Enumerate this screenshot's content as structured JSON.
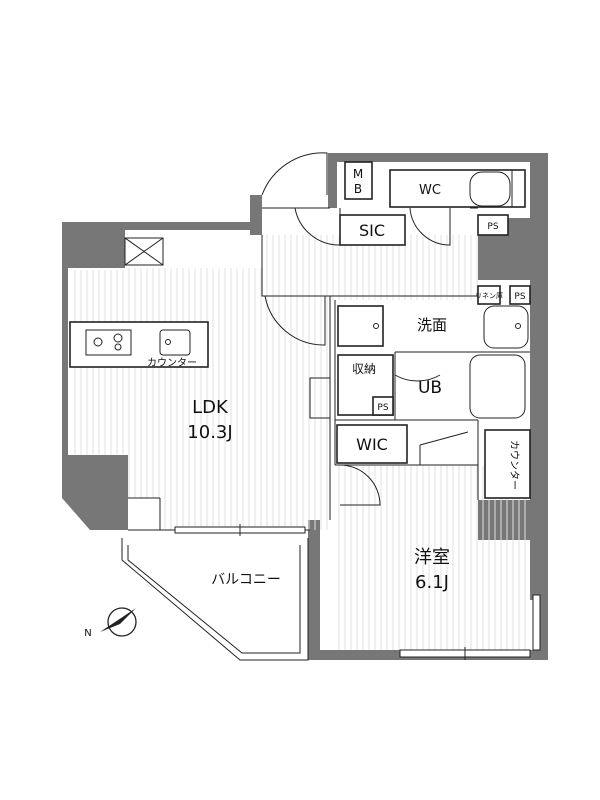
{
  "rooms": {
    "ldk_name": "LDK",
    "ldk_size": "10.3J",
    "bedroom_name": "洋室",
    "bedroom_size": "6.1J",
    "balcony": "バルコニー",
    "wc": "WC",
    "sic": "SIC",
    "wic": "WIC",
    "washroom": "洗面",
    "bath": "UB",
    "storage": "収納",
    "mb_top": "M",
    "mb_bottom": "B",
    "ps_wc": "PS",
    "ps_linen": "PS",
    "ps_storage": "PS",
    "linen": "リネン庫",
    "kitchen_counter": "カウンター",
    "bedroom_counter": "カウンター"
  },
  "compass": {
    "label": "N"
  },
  "colors": {
    "wall": "#777777",
    "line": "#222222",
    "floor_hatch": "#e4e4e4"
  }
}
